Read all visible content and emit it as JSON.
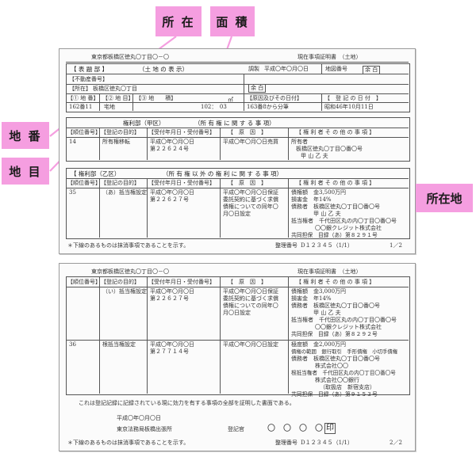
{
  "callouts": {
    "location": "所 在",
    "area": "面 積",
    "lot_number": "地 番",
    "land_category": "地 目",
    "owner_address": "所在地"
  },
  "colors": {
    "callout_fill": "#f59ee0"
  },
  "page1": {
    "address_title": "東京都板橋区徳丸〇丁目〇－〇",
    "cert_title": "現在事項証明書　（土地）",
    "hyodai_label": "【 表 題 部 】",
    "hyodai_sub": "（土 地 の 表 示）",
    "chosei_label": "調製",
    "chosei_value": "平成〇年〇月〇日",
    "chizu_label": "地図番号",
    "chizu_value": "余 白",
    "fudosan_label": "【不動産番号】",
    "shozai_label": "【所在】",
    "shozai_value": "板橋区徳丸〇丁目",
    "shozai_yohaku": "余 白",
    "col_chiban": "【① 地 番】",
    "col_chimoku": "【② 地 目】",
    "col_chiseki": "【③ 地　　積】",
    "col_chiseki_unit": "㎡",
    "col_genin": "【原因及びその日付】",
    "col_toki": "【　登 記 の 日 付　】",
    "row_chiban": "162番11",
    "row_chimoku": "宅地",
    "row_chiseki": "102：　03",
    "row_genin": "163番8から分筆",
    "row_toki": "昭和46年10月11日",
    "kou_title": "権利部（甲区）",
    "kou_sub": "（所 有 権 に 関 す る 事 項）",
    "kou_headers": [
      "【順位番号】",
      "【登記の目的】",
      "【受付年月日・受付番号】",
      "【　原　因　】",
      "【 権 利 者 そ の 他 の 事 項 】"
    ],
    "kou_row": {
      "num": "14",
      "purpose": "所有権移転",
      "date": "平成〇年〇月〇日",
      "rcpt": "第２２６２４号",
      "cause": "平成〇年〇月〇日売買",
      "holder_l1": "所有者",
      "holder_l2": "板橋区徳丸〇丁目〇番〇号",
      "holder_l3": "甲 山 乙 夫"
    },
    "otsu_title": "【 権利部（乙区）",
    "otsu_sub": "（所 有 権 以 外 の 権 利 に 関 す る 事 項）",
    "otsu_headers": [
      "【順位番号】",
      "【登記の目的】",
      "【受付年月日・受付番号】",
      "【　原　因　】",
      "【 権 利 者 そ の 他 の 事 項 】"
    ],
    "otsu_row": {
      "num": "35",
      "purpose": "（あ）抵当権設定",
      "date": "平成〇年〇月〇日",
      "rcpt": "第２２６２７号",
      "cause_l1": "平成〇年〇月〇日保証",
      "cause_l2": "委託契約に基づく求償",
      "cause_l3": "債権についての同年〇",
      "cause_l4": "月〇日設定",
      "d_l1": "債権額　金3,500万円",
      "d_l2": "損害金　年14%",
      "d_l3": "債務者　板橋区徳丸〇丁目〇番〇号",
      "d_l4": "甲 山 乙 夫",
      "d_l5": "抵当権者　千代田区丸の内〇丁目〇番〇号",
      "d_l6": "〇〇銀クレジット株式会社",
      "d_l7": "共同担保　目録（あ）第８２９１号"
    },
    "footer_note": "＊下線のあるものは抹消事項であることを示す。",
    "seiri_label": "整理番号",
    "seiri_value": "D１２３４５（1/1）",
    "page_no": "1／2"
  },
  "page2": {
    "address_title": "東京都板橋区徳丸〇丁目〇－〇",
    "cert_title": "現在事項証明書　（土地）",
    "headers": [
      "【順位番号】",
      "【登記の目的】",
      "【受付年月日・受付番号】",
      "【　原　因　】",
      "【 権 利 者 そ の 他 の 事 項 】"
    ],
    "row1": {
      "purpose": "（い）抵当権設定",
      "date": "平成〇年〇月〇日",
      "rcpt": "第２２６２７号",
      "cause_l1": "平成〇年〇月〇日保証",
      "cause_l2": "委託契約に基づく求償",
      "cause_l3": "債権についての同年〇",
      "cause_l4": "月〇日設定",
      "d_l1": "債権額　金3,000万円",
      "d_l2": "損害金　年14%",
      "d_l3": "債務者　板橋区徳丸〇丁目〇番〇号",
      "d_l4": "甲 山 乙 夫",
      "d_l5": "抵当権者　千代田区丸の内〇丁目〇番〇号",
      "d_l6": "〇〇銀クレジット株式会社",
      "d_l7": "共同担保　目録（あ）第８２９２号"
    },
    "row2": {
      "num": "36",
      "purpose": "根抵当権設定",
      "date": "平成〇年〇月〇日",
      "rcpt": "第２７７１４号",
      "cause_l1": "平成〇年〇月〇日設定",
      "d_l1": "極度額　金2,000万円",
      "d_l2": "債権の範囲　銀行取引　手形債権　小切手債権",
      "d_l3": "債務者　板橋区徳丸〇丁目〇番〇号",
      "d_l4": "株式会社〇〇",
      "d_l5": "根抵当権者　千代田区丸の内〇丁目〇番〇号",
      "d_l6": "株式会社〇〇銀行",
      "d_l7": "（取扱店　新宿支店）",
      "d_l8": "共同担保　目録（あ）第９１５３号"
    },
    "cert_statement": "これは登記記録に記録されている現に効力を有する事項の全部を証明した書面である。",
    "issue_date": "平成〇年〇月〇日",
    "bureau": "東京法務局板橋出張所",
    "registrar_label": "登記官",
    "registrar_name": "〇　〇　〇　〇",
    "seal": "印",
    "footer_note": "＊下線のあるものは抹消事項であることを示す。",
    "seiri_label": "整理番号",
    "seiri_value": "D１２３４５（1/1）",
    "page_no": "2／2"
  }
}
